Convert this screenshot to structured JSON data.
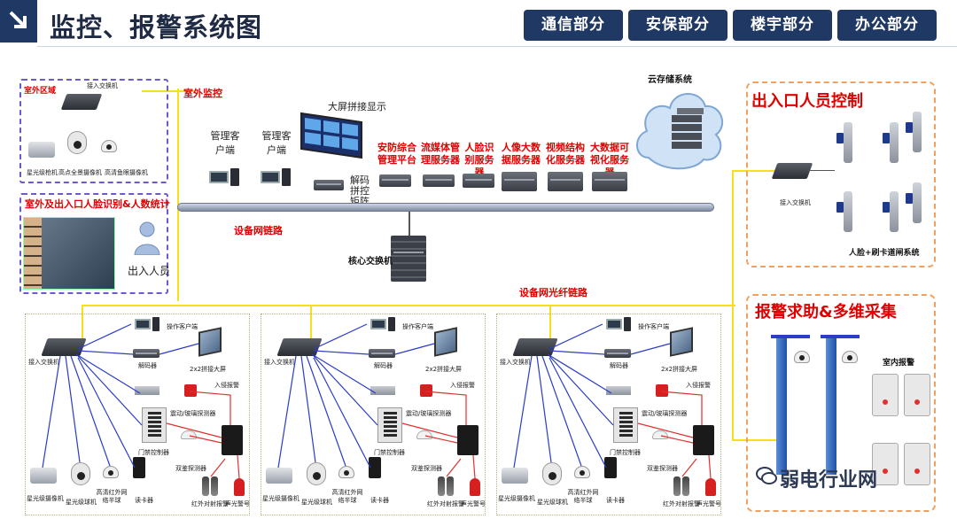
{
  "header": {
    "title": "监控、报警系统图",
    "tabs": [
      "通信部分",
      "安保部分",
      "楼宇部分",
      "办公部分"
    ]
  },
  "outdoor": {
    "area_label": "室外区域",
    "switch_label": "接入交换机",
    "cams": [
      "星光级枪机",
      "高点全景摄像机",
      "高清鱼眼摄像机"
    ],
    "link_label": "室外监控"
  },
  "face": {
    "title": "室外及出入口人脸识别&人数统计",
    "person_label": "出入人员"
  },
  "center": {
    "client1": "管理客户端",
    "client2": "管理客户端",
    "videowall": "大屏拼接显示",
    "decoder": "解码拼控矩阵",
    "cloud": "云存储系统",
    "servers": [
      "安防综合管理平台",
      "流媒体管理服务器",
      "人脸识别服务器",
      "人像大数据服务器",
      "视频结构化服务器",
      "大数据可视化服务器"
    ],
    "net_link": "设备网链路",
    "core_switch": "核心交换机",
    "fiber_link": "设备网光纤链路"
  },
  "entrance": {
    "title": "出入口人员控制",
    "switch_label": "接入交换机",
    "gate_label": "人脸+刷卡道闸系统"
  },
  "alarm": {
    "title": "报警求助&多维采集",
    "indoor_label": "室内报警"
  },
  "branch": {
    "switch": "接入交换机",
    "client": "操作客户端",
    "decoder": "解码器",
    "screen": "2x2拼接大屏",
    "entry_alarm": "入侵报警",
    "glass_det": "震动/玻璃探测器",
    "door_ctrl": "门禁控制器",
    "dual_det": "双鉴探测器",
    "card_reader": "读卡器",
    "cams": [
      "星光级摄像机",
      "星光级球机",
      "高清红外网络半球"
    ],
    "ir_beam": "红外对射报警",
    "siren": "声光警号"
  },
  "watermark": "弱电行业网",
  "colors": {
    "accent": "#1f3864",
    "alert": "#e00000",
    "link": "#f5e11a",
    "wire": "#2a3cc8"
  }
}
